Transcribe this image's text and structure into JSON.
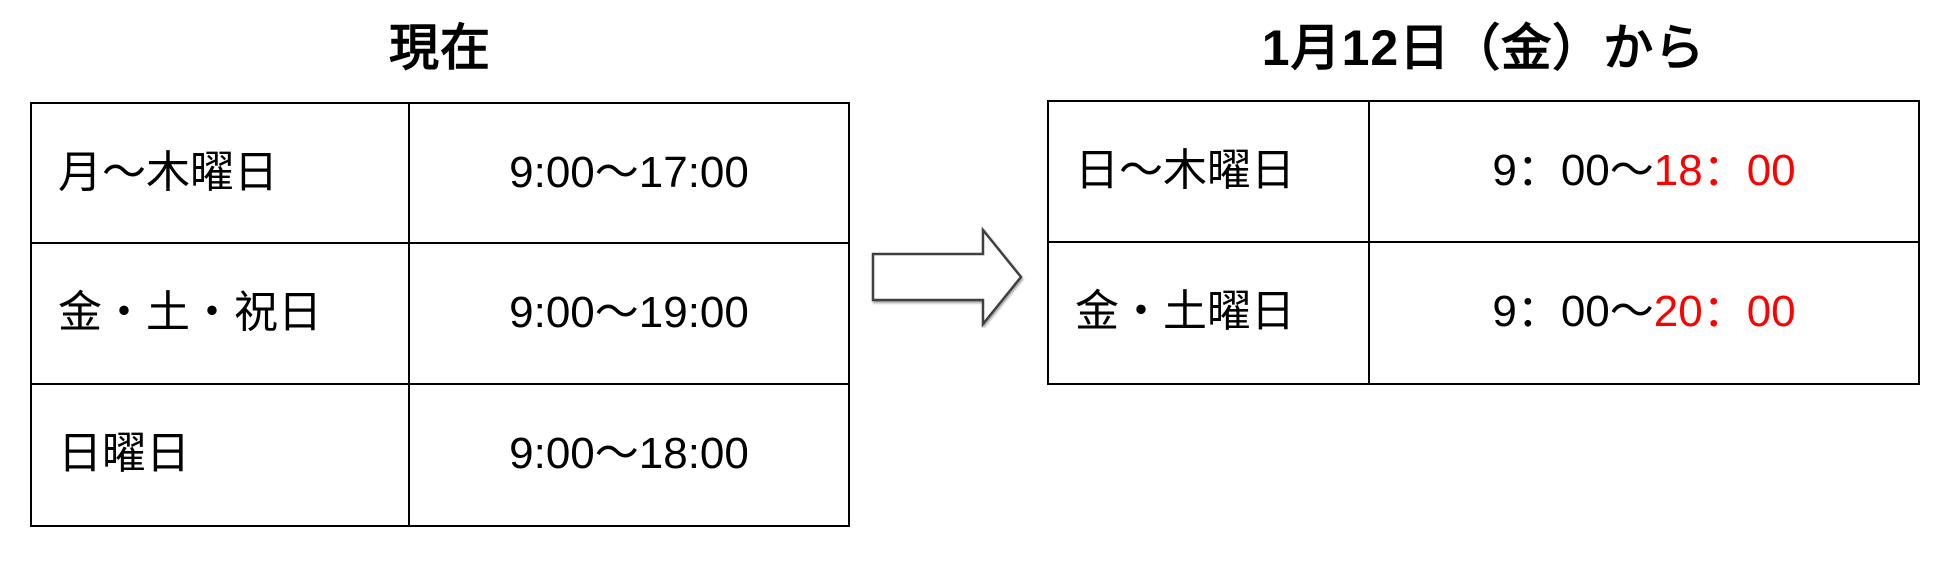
{
  "left_table": {
    "title": "現在",
    "rows": [
      {
        "days": "月～木曜日",
        "hours": "9:00～17:00"
      },
      {
        "days": "金・土・祝日",
        "hours": "9:00～19:00"
      },
      {
        "days": "日曜日",
        "hours": "9:00～18:00"
      }
    ]
  },
  "right_table": {
    "title": "1月12日（金）から",
    "rows": [
      {
        "days": "日～木曜日",
        "hours_black": "9：00～",
        "hours_red": "18：00"
      },
      {
        "days": "金・土曜日",
        "hours_black": "9：00～",
        "hours_red": "20：00"
      }
    ]
  },
  "arrow": {
    "icon": "right-block-arrow"
  },
  "colors": {
    "text": "#000000",
    "highlight_red": "#ff0000",
    "table_border": "#000000",
    "arrow_outline": "#404040",
    "background": "#ffffff"
  }
}
